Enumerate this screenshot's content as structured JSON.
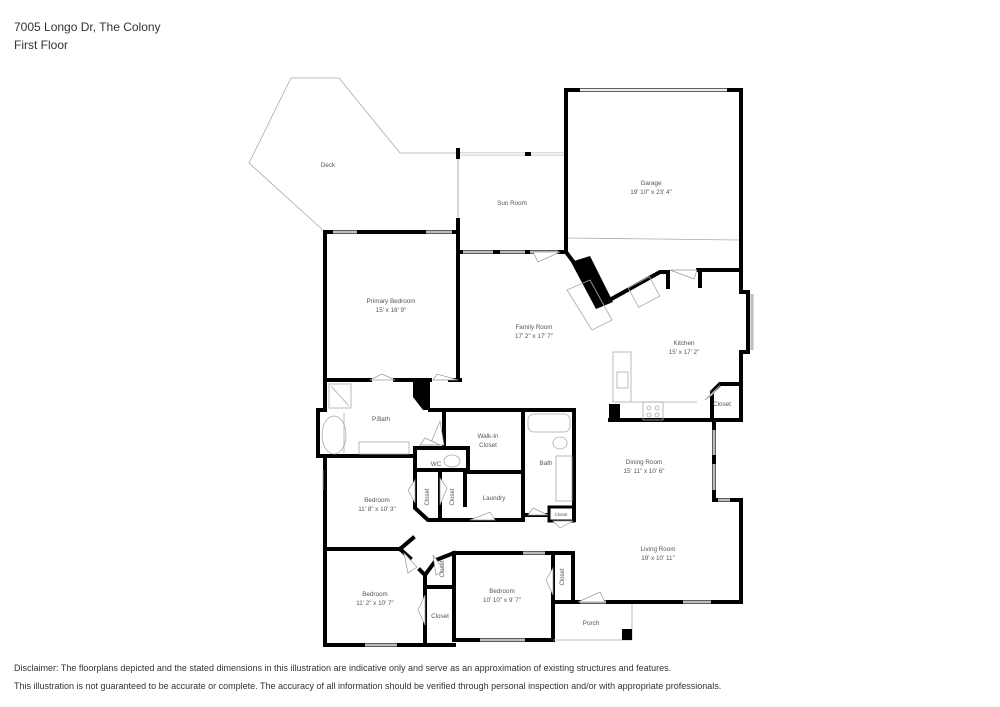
{
  "header": {
    "address": "7005 Longo Dr, The Colony",
    "floor": "First Floor"
  },
  "rooms": {
    "deck": {
      "name": "Deck"
    },
    "sun_room": {
      "name": "Sun Room"
    },
    "garage": {
      "name": "Garage",
      "dims": "19' 10\" x 23' 4\""
    },
    "primary_bedroom": {
      "name": "Primary Bedroom",
      "dims": "15' x 16' 9\""
    },
    "family_room": {
      "name": "Family Room",
      "dims": "17' 2\" x 17' 7\""
    },
    "kitchen": {
      "name": "Kitchen",
      "dims": "15' x 17' 2\""
    },
    "kitchen_closet": {
      "name": "Closet"
    },
    "p_bath": {
      "name": "P.Bath"
    },
    "walk_in_closet": {
      "name": "Walk-In Closet",
      "line1": "Walk-In",
      "line2": "Closet"
    },
    "wc": {
      "name": "WC"
    },
    "bath": {
      "name": "Bath"
    },
    "bath_closet": {
      "name": "Closet"
    },
    "dining_room": {
      "name": "Dining Room",
      "dims": "15' 11\" x 10' 6\""
    },
    "bedroom_1": {
      "name": "Bedroom",
      "dims": "11' 8\" x 10' 3\""
    },
    "closet_a": {
      "name": "Closet"
    },
    "closet_b": {
      "name": "Closet"
    },
    "laundry": {
      "name": "Laundry"
    },
    "living_room": {
      "name": "Living Room",
      "dims": "19' x 10' 11\""
    },
    "bedroom_2": {
      "name": "Bedroom",
      "dims": "11' 2\" x 10' 7\""
    },
    "closet_c": {
      "name": "Closet"
    },
    "closet_d": {
      "name": "Closet"
    },
    "bedroom_3": {
      "name": "Bedroom",
      "dims": "10' 10\" x 9' 7\""
    },
    "closet_e": {
      "name": "Closet"
    },
    "porch": {
      "name": "Porch"
    }
  },
  "disclaimer": {
    "line1": "Disclaimer: The floorplans depicted and the stated dimensions in this illustration are indicative only and serve as an approximation of existing structures and features.",
    "line2": "This illustration is not guaranteed to be accurate or complete. The accuracy of all information should be verified through personal inspection and/or with appropriate professionals."
  },
  "colors": {
    "wall": "#000000",
    "text": "#333333",
    "label": "#555555",
    "background": "#ffffff"
  }
}
